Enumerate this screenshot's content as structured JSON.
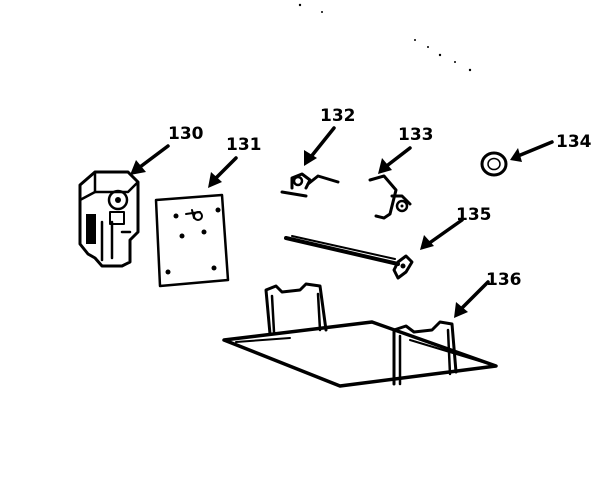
{
  "parts": [
    {
      "id": "p130",
      "label": "130",
      "name": "gear-motor"
    },
    {
      "id": "p131",
      "label": "131",
      "name": "mounting-plate"
    },
    {
      "id": "p132",
      "label": "132",
      "name": "spring-clip"
    },
    {
      "id": "p133",
      "label": "133",
      "name": "wire-bracket"
    },
    {
      "id": "p134",
      "label": "134",
      "name": "grommet"
    },
    {
      "id": "p135",
      "label": "135",
      "name": "shaft-rod"
    },
    {
      "id": "p136",
      "label": "136",
      "name": "wire-rack"
    }
  ]
}
